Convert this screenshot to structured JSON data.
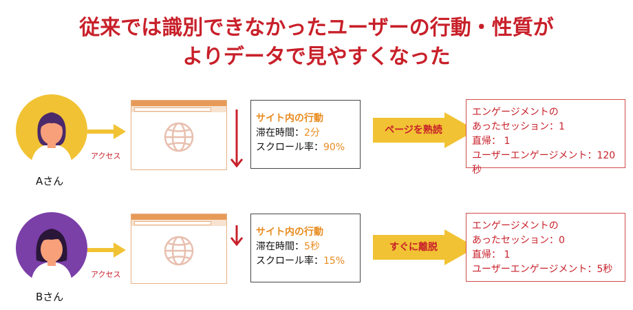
{
  "title_line1": "従来では識別できなかったユーザーの行動・性質が",
  "title_line2": "よりデータで見やすくなった",
  "colors": {
    "accent_red": "#c8202a",
    "orange": "#e88b1f",
    "yellow": "#f1c233",
    "purple": "#7b3fa8"
  },
  "users": [
    {
      "name": "Aさん",
      "access_label": "アクセス",
      "stats": {
        "heading": "サイト内の行動",
        "stay_label": "滞在時間：",
        "stay_value": "2分",
        "scroll_label": "スクロール率：",
        "scroll_value": "90%"
      },
      "action": "ページを熟読",
      "result_lines": [
        "エンゲージメントの",
        "あったセッション：1",
        "直帰：  1",
        "ユーザーエンゲージメント：120秒"
      ]
    },
    {
      "name": "Bさん",
      "access_label": "アクセス",
      "stats": {
        "heading": "サイト内の行動",
        "stay_label": "滞在時間：",
        "stay_value": "5秒",
        "scroll_label": "スクロール率：",
        "scroll_value": "15%"
      },
      "action": "すぐに離脱",
      "result_lines": [
        "エンゲージメントの",
        "あったセッション：0",
        "直帰：  1",
        "ユーザーエンゲージメント：5秒"
      ]
    }
  ]
}
